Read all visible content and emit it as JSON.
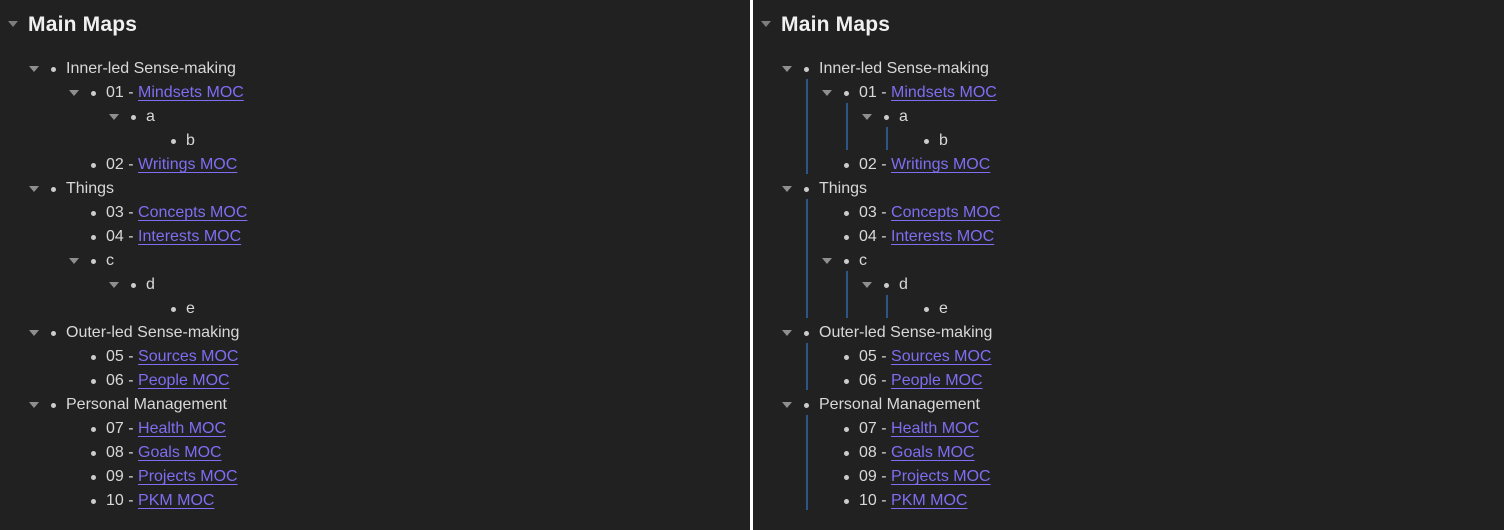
{
  "title": "Main Maps",
  "colors": {
    "background": "#212121",
    "text": "#d8d8d8",
    "heading": "#f0f0f0",
    "link": "#7f6df2",
    "guide_line": "#2d5586",
    "divider": "#ffffff",
    "bullet": "#cccccc",
    "arrow": "#8f8f8f"
  },
  "panels": [
    {
      "name": "outline-without-lines",
      "show_guide_lines": false
    },
    {
      "name": "outline-with-lines",
      "show_guide_lines": true
    }
  ],
  "outline": [
    {
      "level": 1,
      "text": "Inner-led Sense-making",
      "collapsible": true
    },
    {
      "level": 2,
      "prefix": "01",
      "separator": " - ",
      "link": "Mindsets MOC",
      "collapsible": true
    },
    {
      "level": 3,
      "text": "a",
      "collapsible": true
    },
    {
      "level": 4,
      "text": "b",
      "collapsible": false
    },
    {
      "level": 2,
      "prefix": "02",
      "separator": " - ",
      "link": "Writings MOC",
      "collapsible": false
    },
    {
      "level": 1,
      "text": "Things",
      "collapsible": true
    },
    {
      "level": 2,
      "prefix": "03",
      "separator": " - ",
      "link": "Concepts MOC",
      "collapsible": false
    },
    {
      "level": 2,
      "prefix": "04",
      "separator": " - ",
      "link": "Interests MOC",
      "collapsible": false
    },
    {
      "level": 2,
      "text": "c",
      "collapsible": true
    },
    {
      "level": 3,
      "text": "d",
      "collapsible": true
    },
    {
      "level": 4,
      "text": "e",
      "collapsible": false
    },
    {
      "level": 1,
      "text": "Outer-led Sense-making",
      "collapsible": true
    },
    {
      "level": 2,
      "prefix": "05",
      "separator": " - ",
      "link": "Sources MOC",
      "collapsible": false
    },
    {
      "level": 2,
      "prefix": "06",
      "separator": " - ",
      "link": "People MOC",
      "collapsible": false
    },
    {
      "level": 1,
      "text": "Personal Management",
      "collapsible": true
    },
    {
      "level": 2,
      "prefix": "07",
      "separator": " - ",
      "link": "Health MOC",
      "collapsible": false
    },
    {
      "level": 2,
      "prefix": "08",
      "separator": " - ",
      "link": "Goals MOC",
      "collapsible": false
    },
    {
      "level": 2,
      "prefix": "09",
      "separator": " - ",
      "link": "Projects MOC",
      "collapsible": false
    },
    {
      "level": 2,
      "prefix": "10",
      "separator": " - ",
      "link": "PKM MOC",
      "collapsible": false
    }
  ]
}
